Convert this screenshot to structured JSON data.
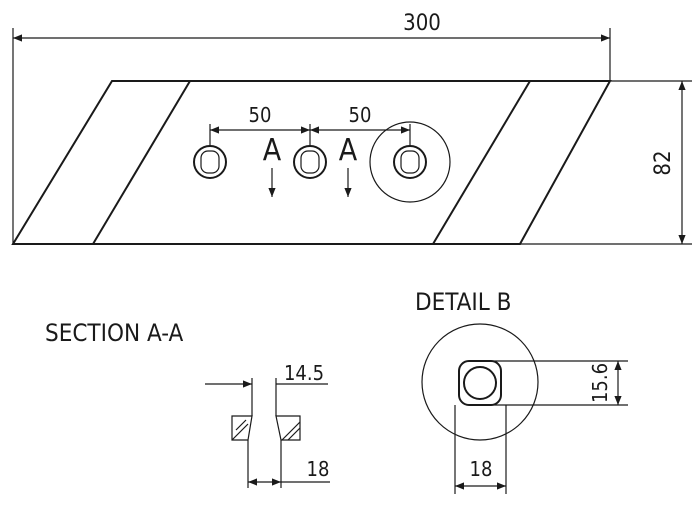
{
  "drawing": {
    "dimensions": {
      "overall_length": "300",
      "height": "82",
      "hole_spacing_left": "50",
      "hole_spacing_right": "50",
      "section_top_width": "14.5",
      "section_bottom_width": "18",
      "detail_width": "18",
      "detail_height": "15.6"
    },
    "section_markers": [
      "A",
      "A"
    ],
    "section_title": "SECTION  A-A",
    "detail_title": "DETAIL  B",
    "colors": {
      "line": "#1a1a1a",
      "background": "#ffffff"
    }
  }
}
